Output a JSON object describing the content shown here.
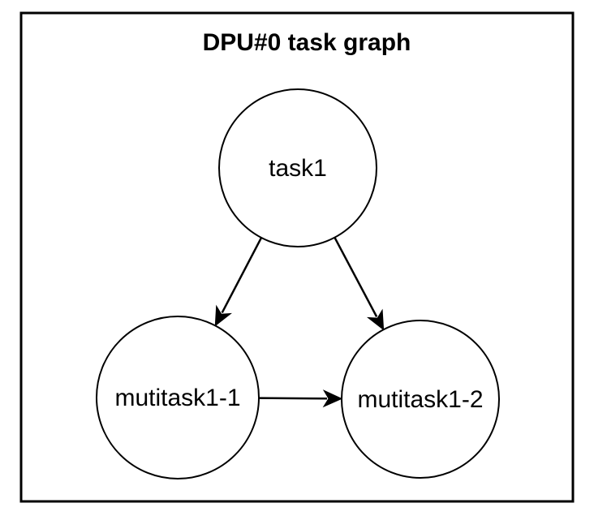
{
  "diagram": {
    "title": "DPU#0 task graph",
    "nodes": [
      {
        "id": "task1",
        "label": "task1"
      },
      {
        "id": "mutitask1-1",
        "label": "mutitask1-1"
      },
      {
        "id": "mutitask1-2",
        "label": "mutitask1-2"
      }
    ],
    "edges": [
      {
        "from": "task1",
        "to": "mutitask1-1"
      },
      {
        "from": "task1",
        "to": "mutitask1-2"
      },
      {
        "from": "mutitask1-1",
        "to": "mutitask1-2"
      }
    ],
    "colors": {
      "stroke": "#000000",
      "background": "#ffffff"
    }
  }
}
